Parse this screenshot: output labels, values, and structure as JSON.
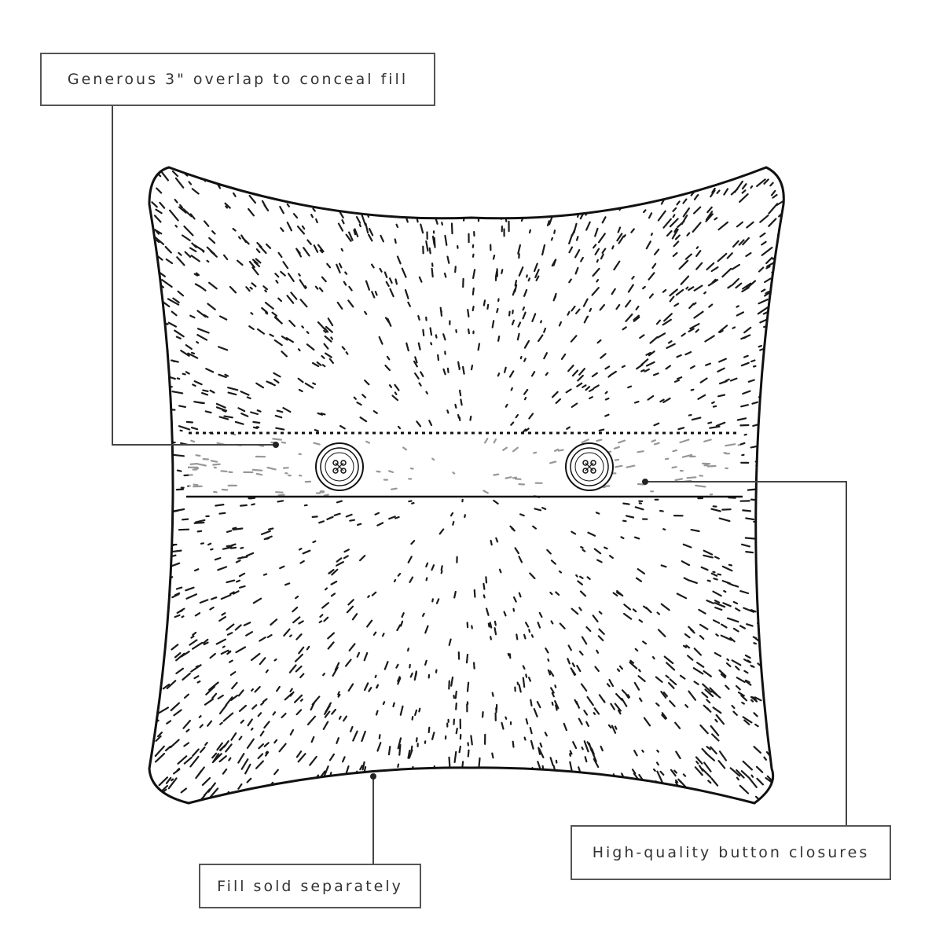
{
  "callouts": {
    "overlap": "Generous 3\" overlap to conceal fill",
    "buttons": "High-quality button closures",
    "fill": "Fill sold separately"
  },
  "colors": {
    "outline": "#111111",
    "leader": "#444444",
    "box_border": "#555555",
    "text": "#333333",
    "speckle": "#1a1a1a"
  },
  "icons": {
    "button": "sew-button-icon",
    "pillow": "pillow-outline"
  }
}
